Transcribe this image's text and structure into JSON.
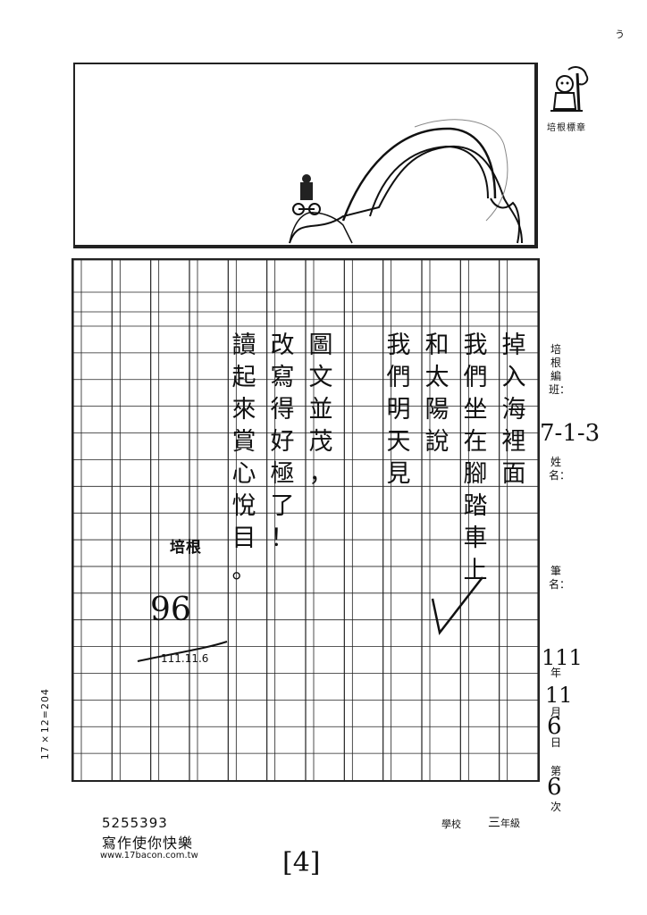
{
  "stamp": {
    "label": "培根標章"
  },
  "essay": {
    "columns": [
      {
        "id": "c1",
        "chars": [
          "掉",
          "入",
          "海",
          "裡",
          "面"
        ]
      },
      {
        "id": "c2",
        "chars": [
          "我",
          "們",
          "坐",
          "在",
          "腳",
          "踏",
          "車",
          "上"
        ]
      },
      {
        "id": "c3",
        "chars": [
          "和",
          "太",
          "陽",
          "說"
        ]
      },
      {
        "id": "c4",
        "chars": [
          "我",
          "們",
          "明",
          "天",
          "見"
        ]
      },
      {
        "id": "c5",
        "chars": [
          "圖",
          "文",
          "並",
          "茂",
          "，"
        ]
      },
      {
        "id": "c6",
        "chars": [
          "改",
          "寫",
          "得",
          "好",
          "極",
          "了",
          "！"
        ]
      },
      {
        "id": "c7",
        "chars": [
          "讀",
          "起",
          "來",
          "賞",
          "心",
          "悅",
          "目",
          "。"
        ]
      }
    ]
  },
  "sidebar": {
    "class_label": "培根編班：",
    "class_value": "7-1-3",
    "name_label": "姓名：",
    "pen_label": "筆名：",
    "date_year": "111",
    "year_label": "年",
    "date_month": "11",
    "month_label": "月",
    "date_day": "6",
    "day_label": "日",
    "seq_prefix": "第",
    "seq_value": "6",
    "seq_suffix": "次"
  },
  "grading": {
    "peigen": "培根",
    "score": "96",
    "date": "111.11.6"
  },
  "margin_code": "17×12=204",
  "footer": {
    "number": "5255393",
    "slogan": "寫作使你快樂",
    "url": "www.17bacon.com.tw",
    "school_label": "學校",
    "grade_value": "三",
    "grade_label": "年級",
    "page": "[4]"
  },
  "corner": "う"
}
